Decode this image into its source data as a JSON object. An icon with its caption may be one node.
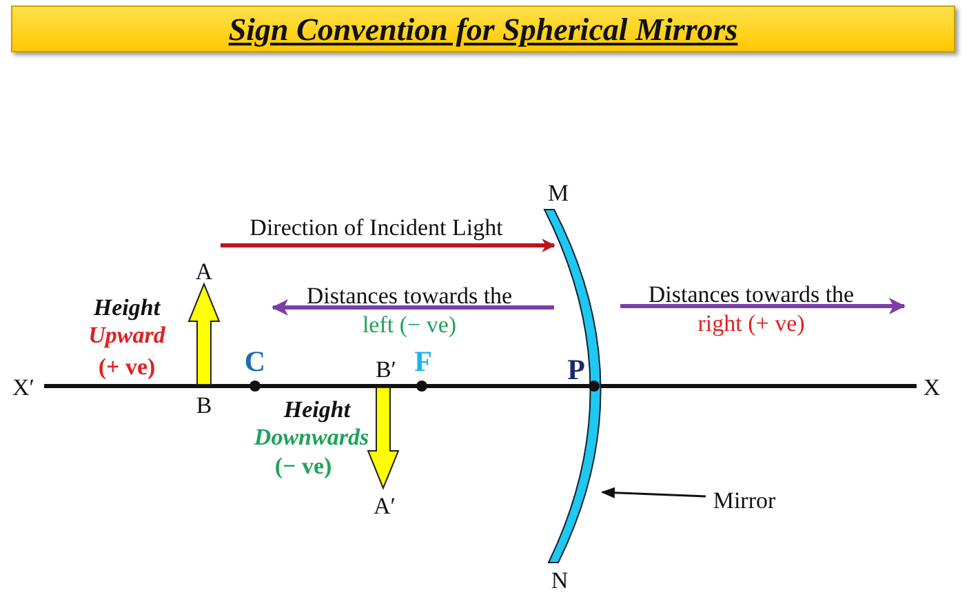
{
  "diagram": {
    "title": "Sign Convention for Spherical Mirrors",
    "nodes": [
      {
        "text": [
          "Mirror"
        ]
      },
      {
        "text": [],
        "shape": "picture",
        "beside": [
          "M",
          "N"
        ]
      }
    ],
    "edges": [
      {
        "from": 0,
        "to": 1,
        "arrow": "to"
      }
    ],
    "labels": [
      "Direction of Incident Light",
      "A",
      "Distances towards the *left (− ve)*",
      "Distances towards the *right (+ ve)*",
      "Height",
      "Upward",
      "(+ ve)",
      "X′",
      "C",
      "B′",
      "F",
      "P",
      "X",
      "B",
      "Height",
      "Downwards",
      "(− ve)",
      "A′"
    ]
  }
}
